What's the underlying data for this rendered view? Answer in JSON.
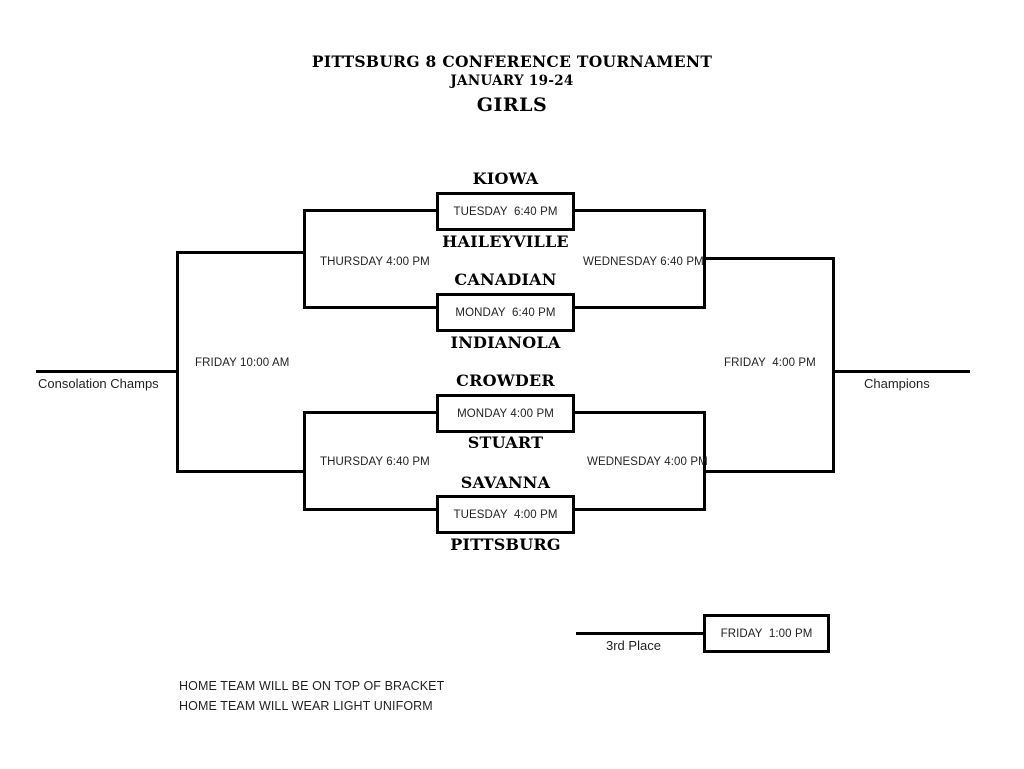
{
  "header": {
    "title_line_1": "PITTSBURG 8 CONFERENCE TOURNAMENT",
    "title_line_2": "JANUARY 19-24",
    "division": "GIRLS"
  },
  "bracket": {
    "quarterfinals": [
      {
        "id": "game-1",
        "top_team": "KIOWA",
        "bottom_team": "HAILEYVILLE",
        "time": "TUESDAY  6:40 PM"
      },
      {
        "id": "game-2",
        "top_team": "CANADIAN",
        "bottom_team": "INDIANOLA",
        "time": "MONDAY  6:40 PM"
      },
      {
        "id": "game-3",
        "top_team": "CROWDER",
        "bottom_team": "STUART",
        "time": "MONDAY 4:00 PM"
      },
      {
        "id": "game-4",
        "top_team": "SAVANNA",
        "bottom_team": "PITTSBURG",
        "time": "TUESDAY  4:00 PM"
      }
    ],
    "semifinals": [
      {
        "id": "semifinal-upper",
        "time": "WEDNESDAY 6:40 PM"
      },
      {
        "id": "semifinal-lower",
        "time": "WEDNESDAY 4:00 PM"
      }
    ],
    "final": {
      "id": "championship-game",
      "time": "FRIDAY  4:00 PM"
    },
    "consolation_semifinals": [
      {
        "id": "consolation-upper",
        "time": "THURSDAY 4:00 PM"
      },
      {
        "id": "consolation-lower",
        "time": "THURSDAY 6:40 PM"
      }
    ],
    "consolation_final": {
      "id": "consolation-final",
      "time": "FRIDAY 10:00 AM"
    },
    "third_place": {
      "id": "third-place-game",
      "label": "3rd Place",
      "time": "FRIDAY  1:00 PM"
    },
    "outcomes": {
      "consolation_champs": "Consolation Champs",
      "champions": "Champions"
    }
  },
  "footer": {
    "notes": [
      "HOME TEAM WILL BE ON TOP OF BRACKET",
      "HOME TEAM WILL WEAR LIGHT UNIFORM"
    ]
  },
  "colors": {
    "line": "#000000",
    "text": "#231f20",
    "background": "#ffffff"
  }
}
